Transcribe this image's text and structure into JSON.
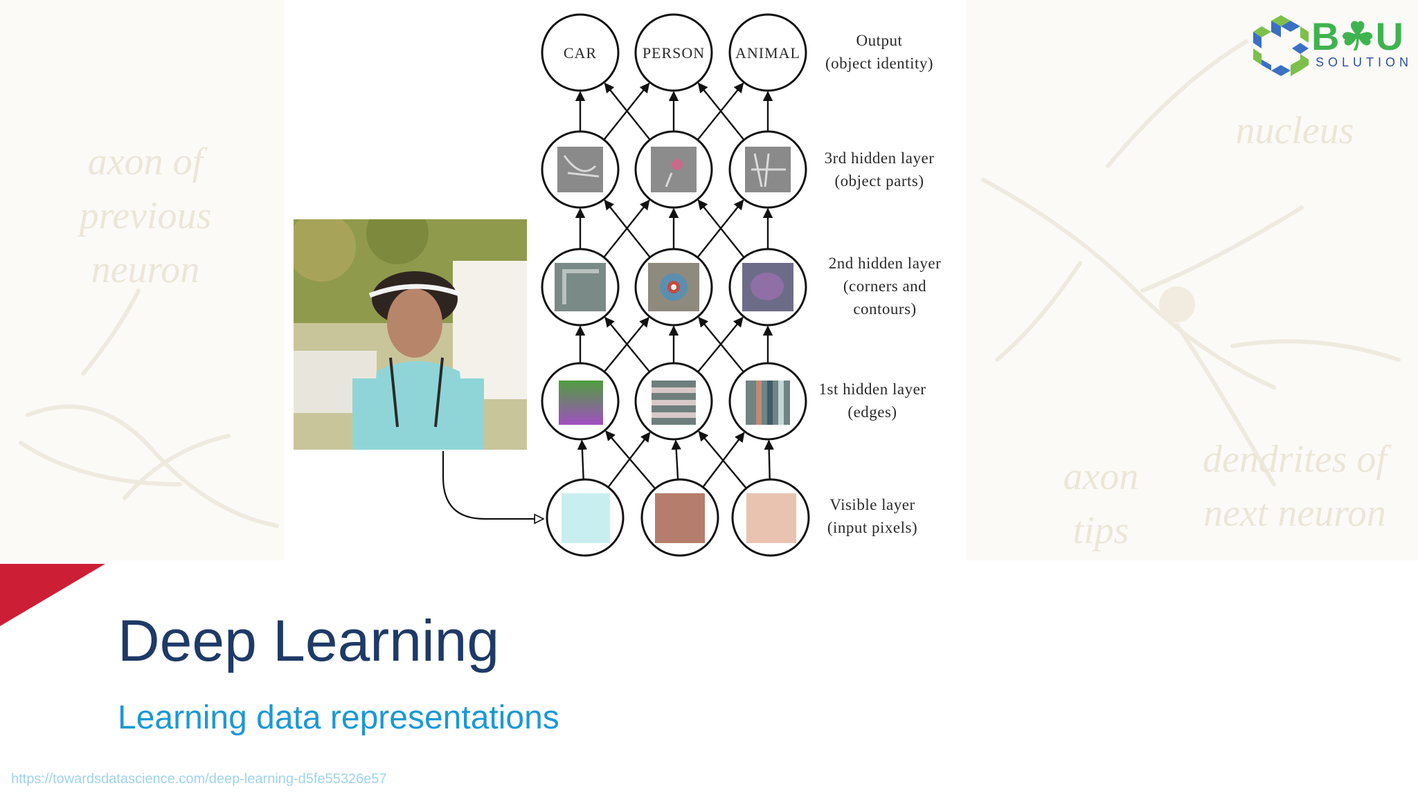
{
  "slide": {
    "title": "Deep Learning",
    "subtitle": "Learning data representations",
    "source_url": "https://towardsdatascience.com/deep-learning-d5fe55326e57"
  },
  "logo": {
    "name": "B☘U",
    "tagline": "SOLUTION",
    "colors": {
      "green": "#3fb34f",
      "blue": "#2b4f9e",
      "cube_green": "#7cc04a",
      "cube_blue": "#3a6fc4"
    }
  },
  "background": {
    "words": [
      "axon of previous neuron",
      "nucleus",
      "axon tips",
      "dendrites of next neuron"
    ]
  },
  "diagram": {
    "output_nodes": [
      "CAR",
      "PERSON",
      "ANIMAL"
    ],
    "layers": {
      "output": [
        "Output",
        "(object identity)"
      ],
      "hidden3": [
        "3rd hidden layer",
        "(object parts)"
      ],
      "hidden2": [
        "2nd hidden layer",
        "(corners and",
        "contours)"
      ],
      "hidden1": [
        "1st hidden layer",
        "(edges)"
      ],
      "visible": [
        "Visible layer",
        "(input pixels)"
      ]
    },
    "visible_pixel_colors": [
      "#c9eef0",
      "#b57d6c",
      "#e9c3b0"
    ]
  },
  "colors": {
    "title": "#1e3a66",
    "subtitle": "#1b98d5",
    "accent_red": "#cc1f36",
    "link": "#9fd3ec"
  }
}
